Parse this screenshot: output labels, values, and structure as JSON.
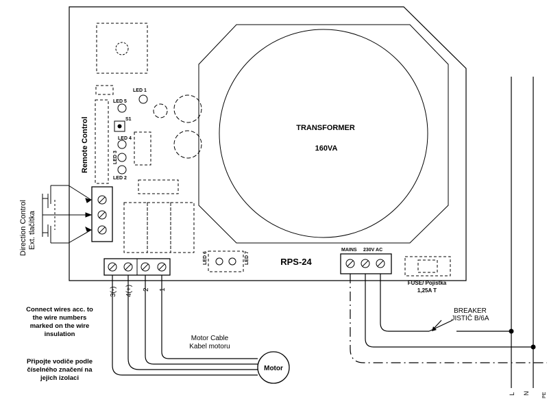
{
  "board": {
    "model": "RPS-24",
    "transformer_title": "TRANSFORMER",
    "transformer_rating": "160VA"
  },
  "leds": {
    "led1": "LED 1",
    "led2": "LED 2",
    "led3": "LED 3",
    "led4": "LED 4",
    "led5": "LED 5",
    "led6": "LED 6",
    "led7": "LED 7",
    "s1": "S1"
  },
  "remote_control_label": "Remote Control",
  "direction_control": {
    "line1": "Direction Control",
    "line2": "Ext. tlačítka"
  },
  "motor_terminals": [
    "3(-)",
    "4(+)",
    "2",
    "1"
  ],
  "mains": {
    "label_left": "MAINS",
    "label_right": "230V AC"
  },
  "fuse": {
    "line1": "FUSE/ Pojistka",
    "line2": "1,25A T"
  },
  "breaker": {
    "line1": "BREAKER",
    "line2": "JISTIČ B/6A"
  },
  "motor_cable": {
    "line1": "Motor Cable",
    "line2": "Kabel motoru"
  },
  "motor_label": "Motor",
  "note_en": [
    "Connect wires acc. to",
    "the wire numbers",
    "marked on the wire",
    "insulation"
  ],
  "note_cz": [
    "Připojte vodiče podle",
    "číselného značení na",
    "jejich izolaci"
  ],
  "supply_lines": {
    "l": "L",
    "n": "N",
    "pe": "PE"
  }
}
